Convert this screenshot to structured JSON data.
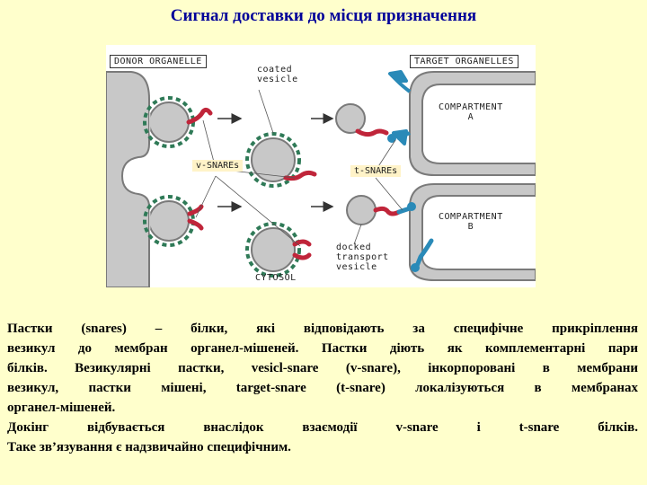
{
  "title": "Сигнал доставки до місця призначення",
  "figure": {
    "donor_label": "DONOR ORGANELLE",
    "target_label": "TARGET ORGANELLES",
    "coated_vesicle": "coated\nvesicle",
    "compartment_a": "COMPARTMENT\nA",
    "compartment_b": "COMPARTMENT\nB",
    "v_snares": "v-SNAREs",
    "t_snares": "t-SNAREs",
    "docked_vesicle": "docked\ntransport\nvesicle",
    "cytosol": "CYTOSOL",
    "colors": {
      "membrane": "#c8c8c8",
      "membrane_edge": "#7a7a7a",
      "coat": "#2f7a57",
      "v_snare": "#c0253a",
      "t_snare": "#2a8ab8"
    }
  },
  "body": {
    "lines": [
      "Пастки (snares) – білки, які відповідають за специфічне прикріплення",
      "везикул до мембран органел-мішеней. Пастки діють як комплементарні пари",
      "білків. Везикулярні пастки, vesicl-snare (v-snare), інкорпоровані в мембрани",
      "везикул, пастки мішені, target-snare (t-snare) локалізуються в мембранах",
      "органел-мішеней.",
      "Докінг відбувається внаслідок взаємодії v-snare і t-snare білків.",
      "Таке зв’язування є надзвичайно специфічним."
    ]
  }
}
